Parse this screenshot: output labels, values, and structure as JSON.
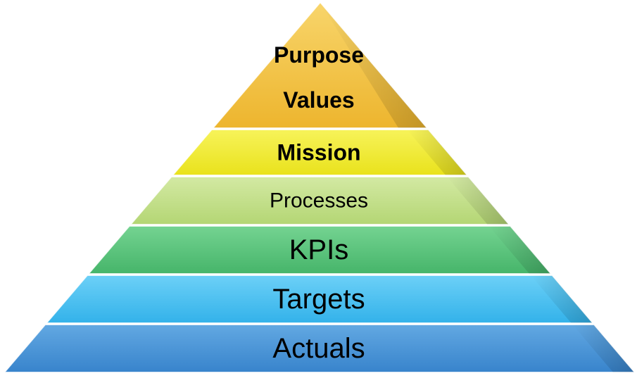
{
  "pyramid": {
    "tiers": [
      {
        "id": "purpose-values",
        "lines": [
          "Purpose",
          "Values"
        ],
        "color": "#F5C242",
        "bold": true
      },
      {
        "id": "mission",
        "lines": [
          "Mission"
        ],
        "color": "#F4EE2E",
        "bold": true
      },
      {
        "id": "processes",
        "lines": [
          "Processes"
        ],
        "color": "#C4E08A",
        "bold": false
      },
      {
        "id": "kpis",
        "lines": [
          "KPIs"
        ],
        "color": "#5CC77D",
        "bold": false
      },
      {
        "id": "targets",
        "lines": [
          "Targets"
        ],
        "color": "#4FC3F2",
        "bold": false
      },
      {
        "id": "actuals",
        "lines": [
          "Actuals"
        ],
        "color": "#4A97D8",
        "bold": false
      }
    ]
  }
}
